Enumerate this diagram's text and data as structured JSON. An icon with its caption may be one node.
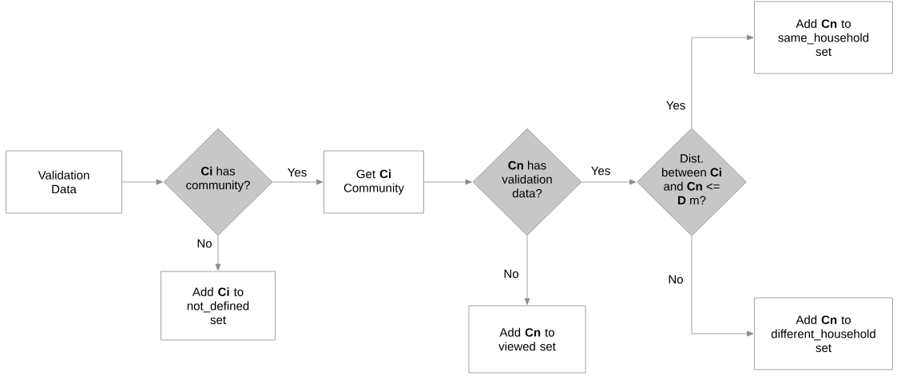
{
  "diagram": {
    "nodes": [
      {
        "text": [
          "Validation Data"
        ]
      },
      {
        "text": [
          "**Ci** has community?"
        ]
      },
      {
        "text": [
          "Get **Ci** Community"
        ]
      },
      {
        "text": [
          "**Cn** has validation data?"
        ]
      },
      {
        "text": [
          "Dist. between **Ci** and **Cn** <= **D** m?"
        ]
      },
      {
        "text": [
          "Add **Cn** to same_household set"
        ]
      },
      {
        "text": [
          "Add **Ci** to not_defined set"
        ]
      },
      {
        "text": [
          "Add **Cn** to viewed set"
        ]
      },
      {
        "text": [
          "Add **Cn** to different_household set"
        ]
      }
    ],
    "edges": [
      {
        "from": 0,
        "to": 1,
        "arrow": "to"
      },
      {
        "from": 1,
        "to": 2,
        "arrow": "to",
        "label": "Yes"
      },
      {
        "from": 1,
        "to": 6,
        "arrow": "to",
        "label": "No"
      },
      {
        "from": 2,
        "to": 3,
        "arrow": "to"
      },
      {
        "from": 3,
        "to": 4,
        "arrow": "to",
        "label": "Yes"
      },
      {
        "from": 3,
        "to": 7,
        "arrow": "to",
        "label": "No"
      },
      {
        "from": 4,
        "to": 5,
        "arrow": "to",
        "label": "Yes"
      },
      {
        "from": 4,
        "to": 8,
        "arrow": "to",
        "label": "No"
      }
    ]
  }
}
